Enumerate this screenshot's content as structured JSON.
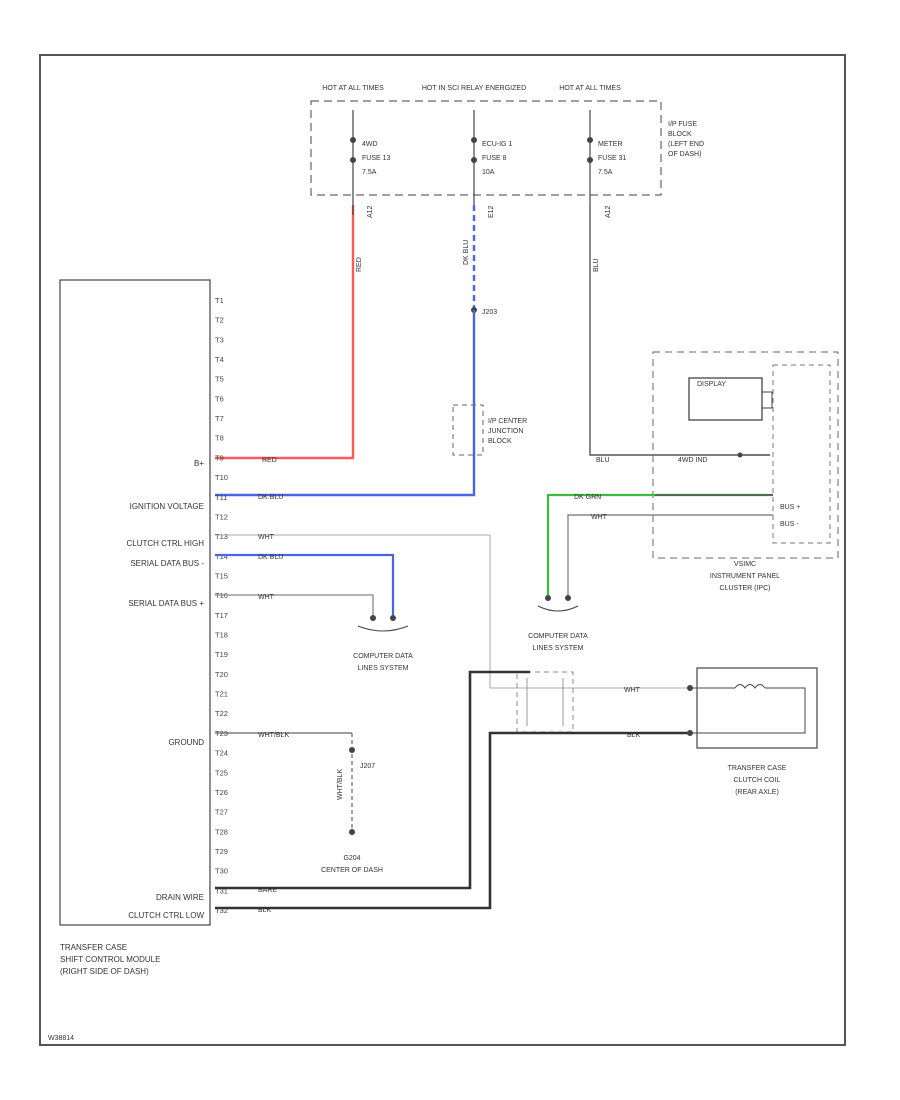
{
  "fuse_block": {
    "hot_labels": [
      "HOT AT ALL TIMES",
      "HOT IN SCI RELAY ENERGIZED",
      "HOT AT ALL TIMES"
    ],
    "fuses": [
      {
        "name": "4WD",
        "fuse": "FUSE 13",
        "rating": "7.5A",
        "circuit": "A12"
      },
      {
        "name": "ECU-IG 1",
        "fuse": "FUSE 8",
        "rating": "10A",
        "circuit": "E12"
      },
      {
        "name": "METER",
        "fuse": "FUSE 31",
        "rating": "7.5A",
        "circuit": "A12"
      }
    ],
    "location": [
      "I/P FUSE",
      "BLOCK",
      "(LEFT END",
      "OF DASH)"
    ]
  },
  "module": {
    "name": [
      "TRANSFER CASE",
      "SHIFT CONTROL MODULE",
      "(RIGHT SIDE OF DASH)"
    ],
    "pins": [
      "T1",
      "T2",
      "T3",
      "T4",
      "T5",
      "T6",
      "T7",
      "T8",
      "T9",
      "T10",
      "T11",
      "T12",
      "T13",
      "T14",
      "T15",
      "T16",
      "T17",
      "T18",
      "T19",
      "T20",
      "T21",
      "T22",
      "T23",
      "T24",
      "T25",
      "T26",
      "T27",
      "T28",
      "T29",
      "T30",
      "T31",
      "T32"
    ],
    "functions": {
      "b_plus": "B+",
      "ignition": "IGNITION VOLTAGE",
      "clutch_high": "CLUTCH CTRL HIGH",
      "serial_minus": "SERIAL DATA BUS -",
      "serial_plus": "SERIAL DATA BUS +",
      "ground": "GROUND",
      "drain": "DRAIN WIRE",
      "clutch_low": "CLUTCH CTRL LOW"
    }
  },
  "wires": {
    "red": "RED",
    "dk_blu": "DK BLU",
    "wht": "WHT",
    "wht_blk": "WHT/BLK",
    "bare": "BARE",
    "blk": "BLK",
    "dk_grn": "DK GRN",
    "blu": "BLU"
  },
  "splice_j203": "J203",
  "ip_junction": [
    "I/P CENTER",
    "JUNCTION",
    "BLOCK"
  ],
  "ground_g204": {
    "id": "G204",
    "location": "CENTER OF DASH",
    "splice": "J207"
  },
  "data_lines": [
    "COMPUTER DATA",
    "LINES SYSTEM"
  ],
  "ipc": {
    "display": "DISPLAY",
    "labels": [
      "4WD IND",
      "BUS +",
      "BUS -"
    ],
    "name": [
      "VSIMC",
      "INSTRUMENT PANEL",
      "CLUSTER (IPC)"
    ]
  },
  "coil": {
    "name": [
      "TRANSFER CASE",
      "CLUTCH COIL",
      "(REAR AXLE)"
    ]
  },
  "footer_code": "W38814",
  "colors": {
    "red": "#ff5a5a",
    "blue": "#4a64e6",
    "green": "#3dbb3d",
    "black": "#222222",
    "gray": "#9a9a9a"
  }
}
